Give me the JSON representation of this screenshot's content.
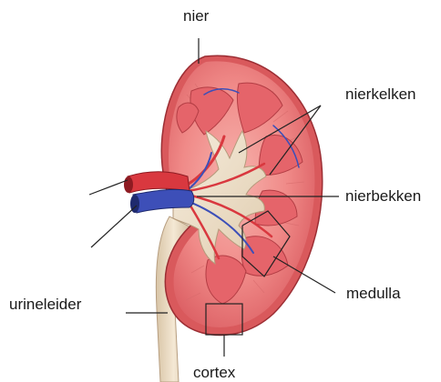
{
  "labels": {
    "kidney": "nier",
    "calyces": "nierkelken",
    "pelvis": "nierbekken",
    "medulla": "medulla",
    "ureter": "urineleider",
    "cortex": "cortex"
  },
  "colors": {
    "cortex": "#f08a88",
    "capsule": "#d9595c",
    "pyramid": "#e5646a",
    "pelvis": "#efe2cc",
    "artery": "#d9383f",
    "vein": "#3d4fb8",
    "ureter": "#efe0c8",
    "leader_line": "#222222"
  }
}
